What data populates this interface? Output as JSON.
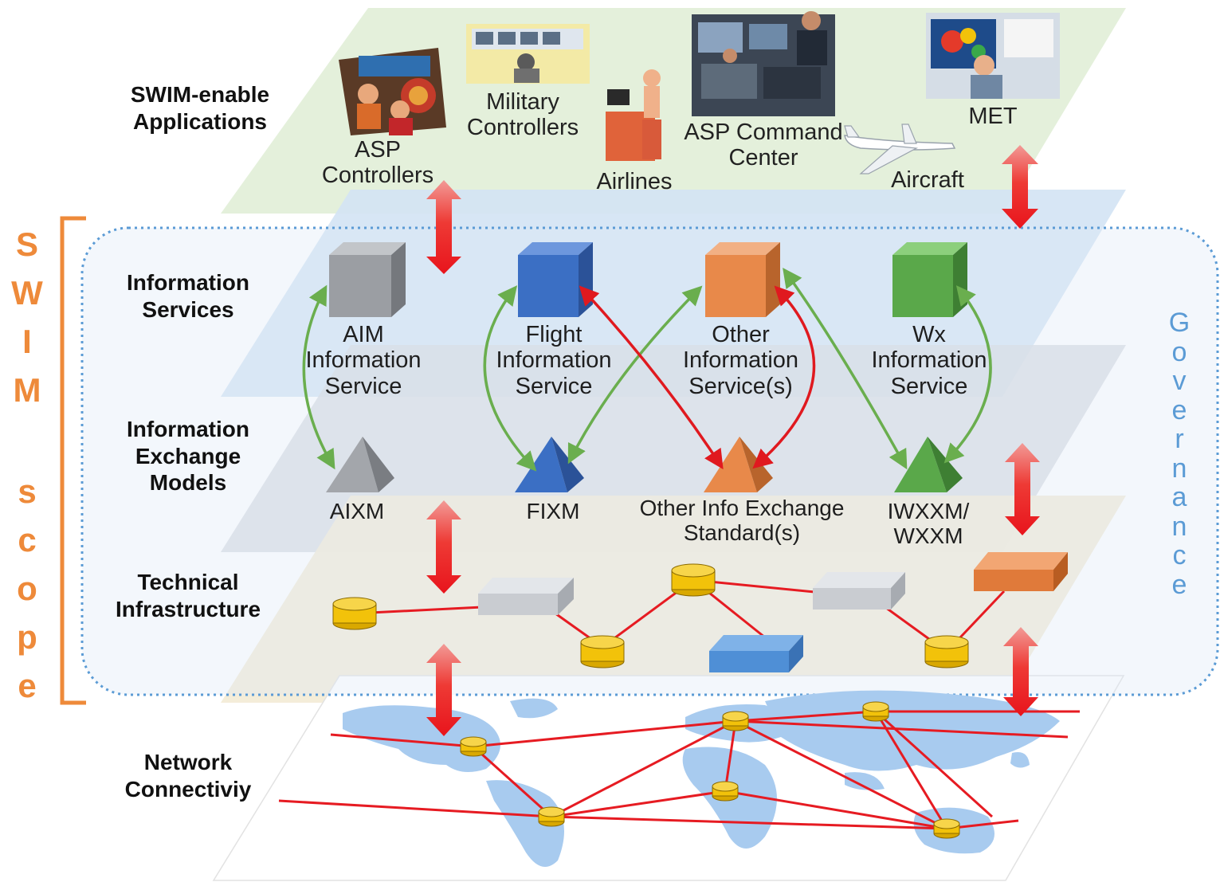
{
  "layers": {
    "applications": "SWIM-enable\nApplications",
    "information_services": "Information\nServices",
    "exchange_models": "Information\nExchange\nModels",
    "technical_infrastructure": "Technical\nInfrastructure",
    "network_connectivity": "Network\nConnectiviy"
  },
  "applications": [
    {
      "id": "asp-controllers",
      "label": "ASP\nControllers"
    },
    {
      "id": "military-controllers",
      "label": "Military\nControllers"
    },
    {
      "id": "airlines",
      "label": "Airlines"
    },
    {
      "id": "asp-command-center",
      "label": "ASP Command\nCenter"
    },
    {
      "id": "aircraft",
      "label": "Aircraft"
    },
    {
      "id": "met",
      "label": "MET"
    }
  ],
  "services": [
    {
      "id": "aim",
      "label": "AIM\nInformation\nService",
      "color": "#9b9ea3"
    },
    {
      "id": "flight",
      "label": "Flight\nInformation\nService",
      "color": "#3b6fc4"
    },
    {
      "id": "other",
      "label": "Other\nInformation\nService(s)",
      "color": "#e8894a"
    },
    {
      "id": "wx",
      "label": "Wx\nInformation\nService",
      "color": "#5aa84a"
    }
  ],
  "standards": [
    {
      "id": "aixm",
      "label": "AIXM"
    },
    {
      "id": "fixm",
      "label": "FIXM"
    },
    {
      "id": "other-std",
      "label": "Other Info Exchange\nStandard(s)"
    },
    {
      "id": "iwxxm",
      "label": "IWXXM/\nWXXM"
    }
  ],
  "scope": {
    "letters_top": [
      "S",
      "W",
      "I",
      "M"
    ],
    "letters_bottom": [
      "s",
      "c",
      "o",
      "p",
      "e"
    ]
  },
  "governance": {
    "letters": [
      "G",
      "o",
      "v",
      "e",
      "r",
      "n",
      "a",
      "n",
      "c",
      "e"
    ]
  },
  "colors": {
    "app_plane": "#e3efd9",
    "services_plane": "#d3e3f4",
    "models_plane": "#d8dbe0",
    "infra_plane": "#f3ecd7",
    "arrow_red": "#e8141c",
    "link_green": "#6aae4e",
    "link_red": "#e0191f",
    "scope_orange": "#ee8a3a",
    "governance_blue": "#5b9bd5",
    "map_land": "#a8cbef"
  }
}
